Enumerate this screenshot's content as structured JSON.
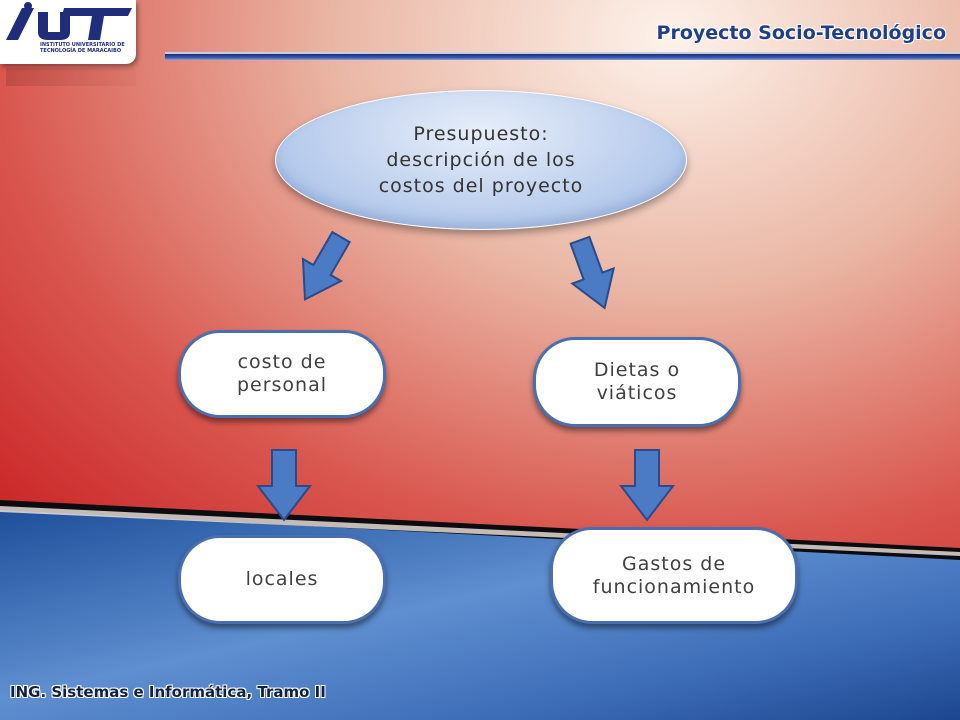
{
  "header": {
    "title": "Proyecto Socio-Tecnológico",
    "logo_text_line1": "INSTITUTO UNIVERSITARIO DE",
    "logo_text_line2": "TECNOLOGÍA DE MARACAIBO"
  },
  "diagram": {
    "root": {
      "label": "Presupuesto: descripción de los costos del proyecto"
    },
    "nodes": [
      {
        "id": "costo-personal",
        "label": "costo de personal"
      },
      {
        "id": "dietas-viaticos",
        "label": "Dietas o viáticos"
      },
      {
        "id": "locales",
        "label": "locales"
      },
      {
        "id": "gastos-funcionamiento",
        "label": "Gastos de funcionamiento"
      }
    ]
  },
  "footer": {
    "text": "ING. Sistemas e Informática, Tramo II"
  },
  "colors": {
    "red": "#cc2a2a",
    "blue": "#2d5fa6",
    "arrow_fill": "#4a7bc4",
    "arrow_stroke": "#2a4a8a",
    "box_border": "#4a6fb0",
    "title_blue": "#1f3f8a"
  }
}
